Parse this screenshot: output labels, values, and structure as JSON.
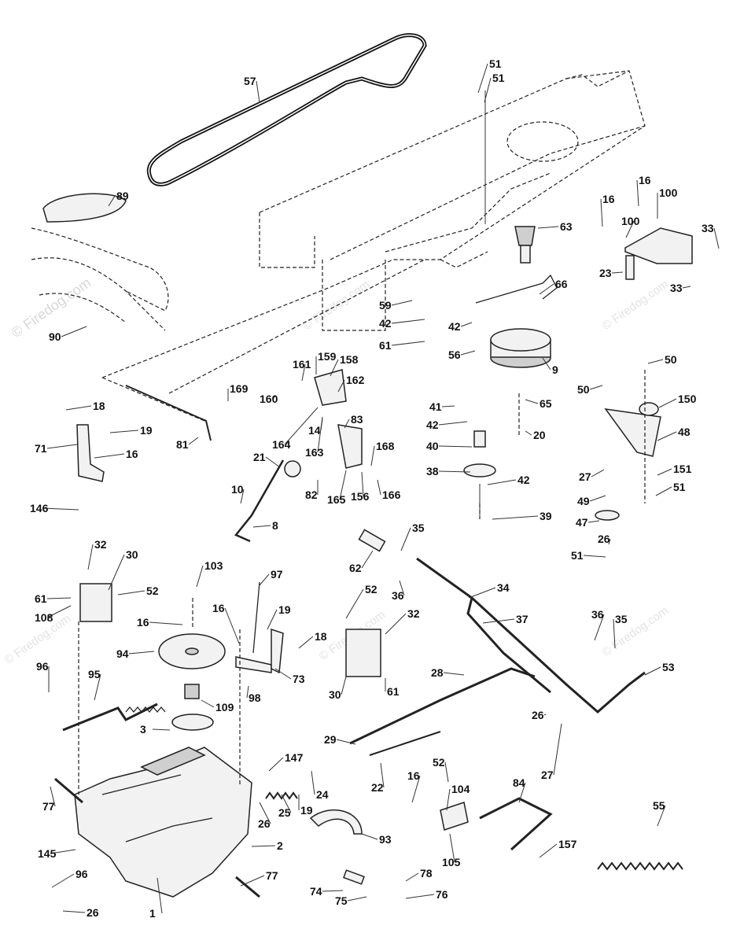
{
  "watermarks": [
    "© Firedog.com",
    "© Firedog.com",
    "© Firedog.com",
    "© Firedog.com",
    "© Firedog.com",
    "© Firedog.com"
  ],
  "callouts": [
    "57",
    "51",
    "51",
    "63",
    "89",
    "16",
    "16",
    "100",
    "100",
    "33",
    "33",
    "23",
    "66",
    "59",
    "42",
    "42",
    "61",
    "56",
    "9",
    "90",
    "50",
    "50",
    "150",
    "169",
    "161",
    "159",
    "158",
    "162",
    "160",
    "83",
    "164",
    "14",
    "163",
    "168",
    "18",
    "19",
    "71",
    "16",
    "81",
    "21",
    "82",
    "165",
    "156",
    "166",
    "146",
    "10",
    "8",
    "41",
    "65",
    "42",
    "20",
    "40",
    "38",
    "42",
    "39",
    "48",
    "27",
    "151",
    "51",
    "49",
    "47",
    "26",
    "51",
    "35",
    "62",
    "36",
    "34",
    "37",
    "32",
    "30",
    "103",
    "97",
    "52",
    "61",
    "16",
    "108",
    "16",
    "19",
    "18",
    "52",
    "32",
    "94",
    "73",
    "98",
    "30",
    "61",
    "36",
    "35",
    "53",
    "96",
    "95",
    "109",
    "28",
    "3",
    "26",
    "29",
    "27",
    "147",
    "22",
    "52",
    "16",
    "104",
    "84",
    "24",
    "77",
    "26",
    "25",
    "19",
    "55",
    "145",
    "93",
    "2",
    "105",
    "157",
    "96",
    "77",
    "78",
    "74",
    "75",
    "76",
    "1",
    "26"
  ]
}
